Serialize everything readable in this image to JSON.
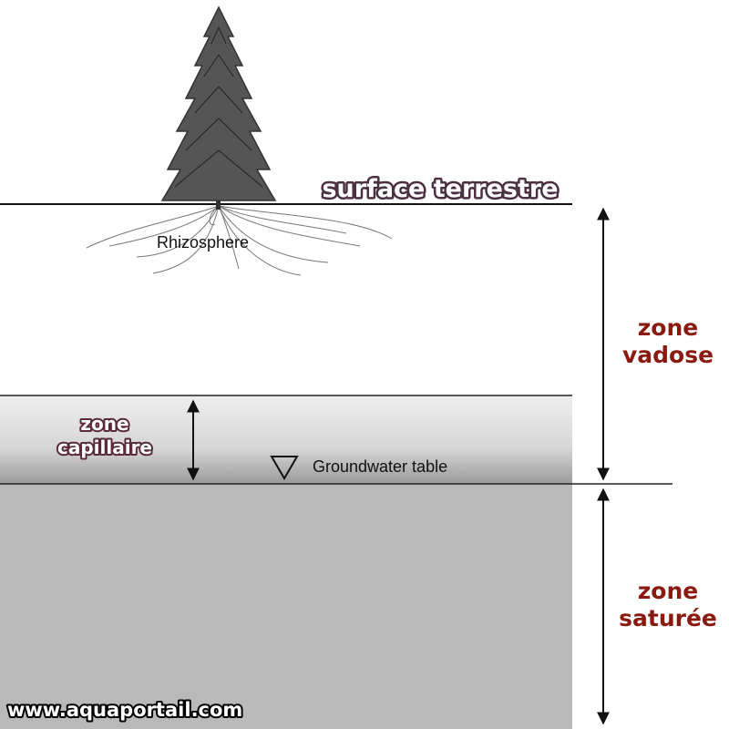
{
  "labels": {
    "surface": "surface terrestre",
    "rhizosphere": "Rhizosphere",
    "vadose_line1": "zone",
    "vadose_line2": "vadose",
    "capillary_line1": "zone",
    "capillary_line2": "capillaire",
    "groundwater": "Groundwater table",
    "saturated_line1": "zone",
    "saturated_line2": "saturée",
    "watermark": "www.aquaportail.com"
  },
  "colors": {
    "zone_label_fill": "#8a1a10",
    "zone_label_outline": "#ffffff",
    "surface_fill": "#ffffff",
    "surface_outline": "#4a3040",
    "capillary_fill": "#ffffff",
    "capillary_outline": "#5a2a3a",
    "watermark_fill": "#ffffff",
    "watermark_outline": "#000000",
    "capillary_band": "#d8d8d8",
    "saturated_band": "#b9b9b9",
    "line": "#111111",
    "tree": "#444444"
  },
  "icons": {
    "tree": "conifer-tree-icon",
    "groundwater": "inverted-triangle-water-table-icon"
  }
}
